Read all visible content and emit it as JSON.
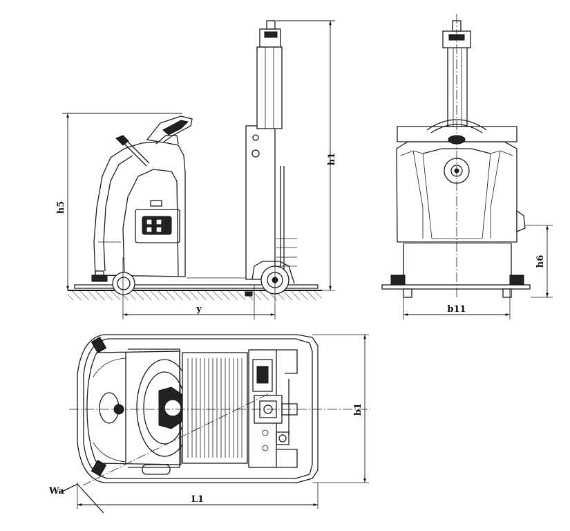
{
  "dimensions": {
    "h1": "h1",
    "h5": "h5",
    "h6": "h6",
    "y": "y",
    "b11": "b11",
    "b1": "b1",
    "L1": "L1",
    "Wa": "Wa"
  }
}
